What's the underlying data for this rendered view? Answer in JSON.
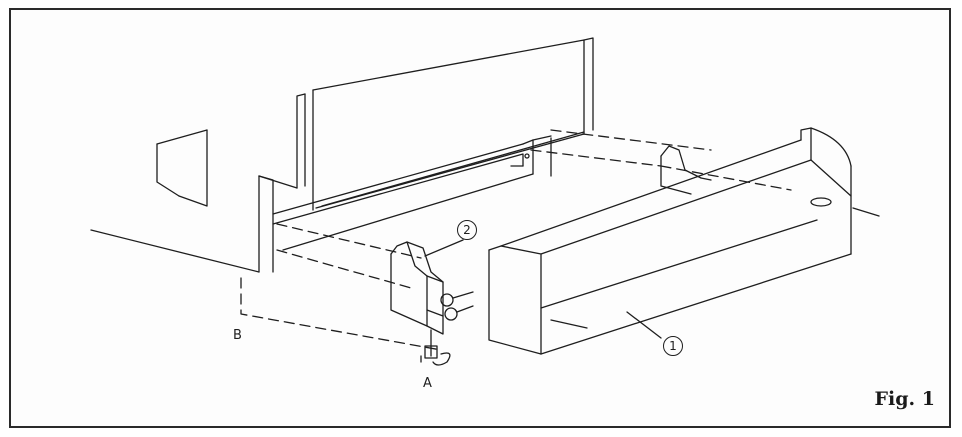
{
  "figure": {
    "caption": "Fig. 1",
    "callouts": {
      "part_1": "1",
      "part_2": "2",
      "point_a": "A",
      "point_b": "B"
    }
  },
  "colors": {
    "line": "#1e1e1e",
    "background": "#fdfdfd"
  }
}
